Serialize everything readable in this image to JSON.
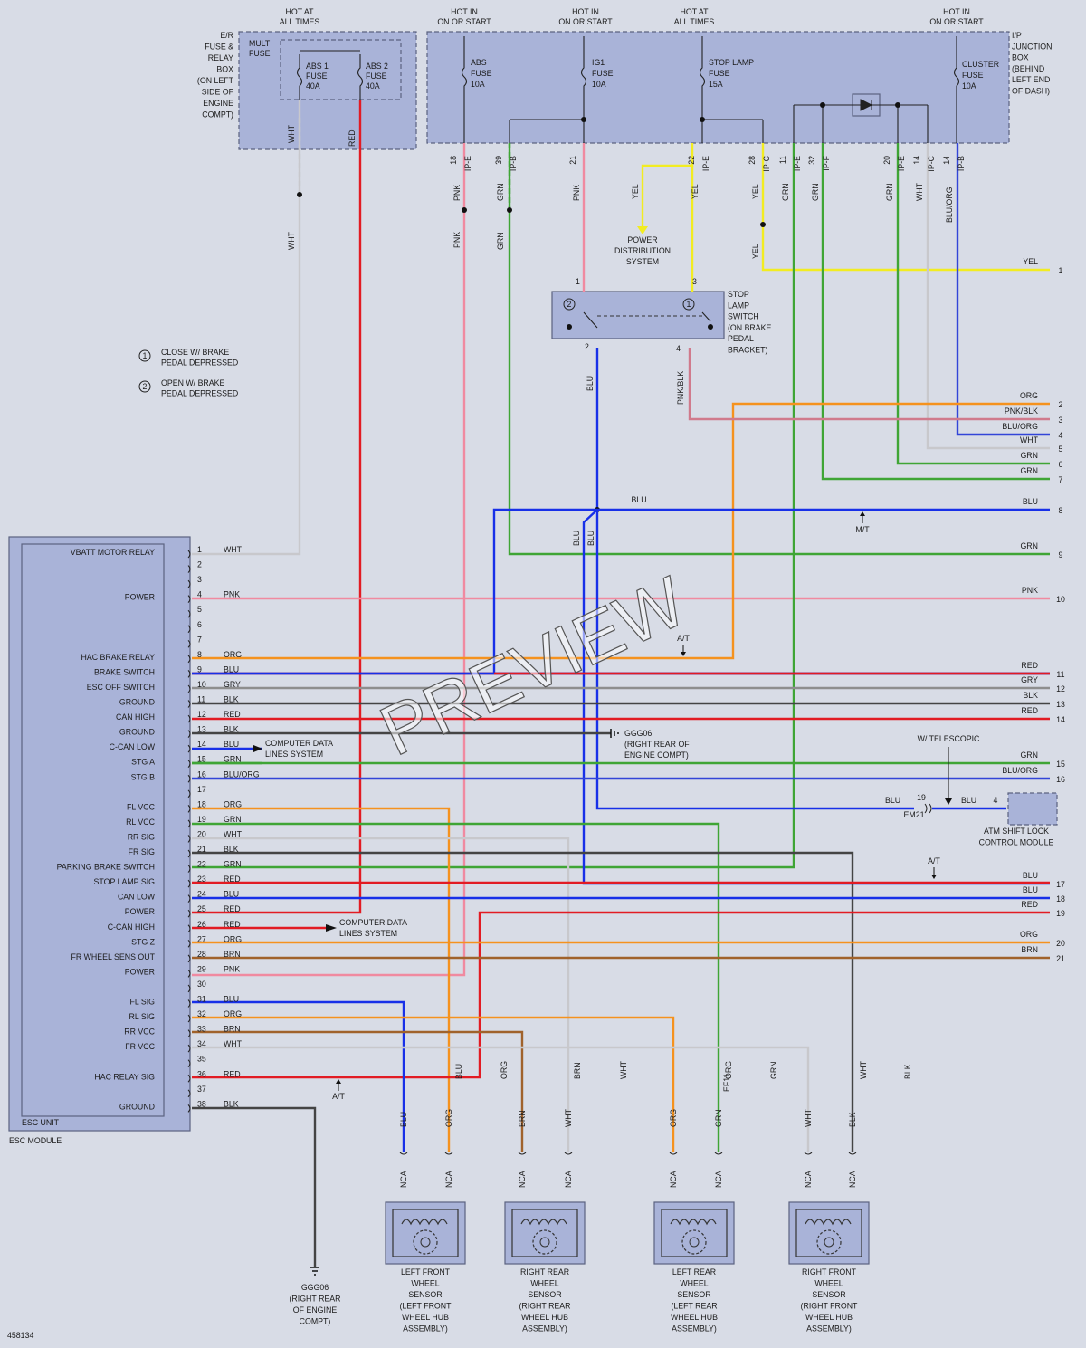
{
  "colors": {
    "WHT": "#c8c8cc",
    "RED": "#e21b23",
    "PNK": "#f08aa0",
    "GRN": "#3fa535",
    "YEL": "#f2ec21",
    "BLU": "#1830e8",
    "ORG": "#f5921e",
    "GRY": "#8e8e8e",
    "BLK": "#444444",
    "BRN": "#a0622b",
    "BLUORG": "#3345d8",
    "PNKBLK": "#d07a8c"
  },
  "top_labels": {
    "hot1": [
      "HOT AT",
      "ALL TIMES"
    ],
    "hot2": [
      "HOT IN",
      "ON OR START"
    ],
    "hot3": [
      "HOT IN",
      "ON OR START"
    ],
    "hot4": [
      "HOT AT",
      "ALL TIMES"
    ],
    "hot5": [
      "HOT IN",
      "ON OR START"
    ]
  },
  "er_box": [
    "E/R",
    "FUSE &",
    "RELAY",
    "BOX",
    "(ON LEFT",
    "SIDE OF",
    "ENGINE",
    "COMPT)"
  ],
  "multi_fuse": [
    "MULTI",
    "FUSE"
  ],
  "fuse_abs1": [
    "ABS 1",
    "FUSE",
    "40A"
  ],
  "fuse_abs2": [
    "ABS 2",
    "FUSE",
    "40A"
  ],
  "fuse_abs": [
    "ABS",
    "FUSE",
    "10A"
  ],
  "fuse_ig1": [
    "IG1",
    "FUSE",
    "10A"
  ],
  "fuse_stop": [
    "STOP LAMP",
    "FUSE",
    "15A"
  ],
  "fuse_cluster": [
    "CLUSTER",
    "FUSE",
    "10A"
  ],
  "ip_box": [
    "I/P",
    "JUNCTION",
    "BOX",
    "(BEHIND",
    "LEFT END",
    "OF DASH)"
  ],
  "conn_pins": [
    {
      "pin": "18",
      "conn": "IP-E"
    },
    {
      "pin": "39",
      "conn": "IP-B"
    },
    {
      "pin": "21",
      "conn": ""
    },
    {
      "pin": "22",
      "conn": "IP-E"
    },
    {
      "pin": "28",
      "conn": "IP-C"
    },
    {
      "pin": "11",
      "conn": "IP-E"
    },
    {
      "pin": "32",
      "conn": "IP-F"
    },
    {
      "pin": "20",
      "conn": "IP-E"
    },
    {
      "pin": "14",
      "conn": "IP-C"
    },
    {
      "pin": "14",
      "conn": "IP-B"
    }
  ],
  "wire_labels_top": {
    "wht1": "WHT",
    "red1": "RED",
    "pnk1": "PNK",
    "grn1": "GRN",
    "pnk2": "PNK",
    "yel1": "YEL",
    "yel2": "YEL",
    "yel3": "YEL",
    "grn2": "GRN",
    "grn3": "GRN",
    "grn4": "GRN",
    "wht2": "WHT",
    "bluorg": "BLU/ORG"
  },
  "power_dist": [
    "POWER",
    "DISTRIBUTION",
    "SYSTEM"
  ],
  "stop_switch": [
    "STOP",
    "LAMP",
    "SWITCH",
    "(ON BRAKE",
    "PEDAL",
    "BRACKET)"
  ],
  "legend": [
    {
      "num": "1",
      "text": [
        "CLOSE W/ BRAKE",
        "PEDAL DEPRESSED"
      ]
    },
    {
      "num": "2",
      "text": [
        "OPEN W/ BRAKE",
        "PEDAL DEPRESSED"
      ]
    }
  ],
  "right_rows": [
    {
      "n": "1",
      "c": "YEL"
    },
    {
      "n": "2",
      "c": "ORG"
    },
    {
      "n": "3",
      "c": "PNK/BLK"
    },
    {
      "n": "4",
      "c": "BLU/ORG"
    },
    {
      "n": "5",
      "c": "WHT"
    },
    {
      "n": "6",
      "c": "GRN"
    },
    {
      "n": "7",
      "c": "GRN"
    },
    {
      "n": "8",
      "c": "BLU"
    },
    {
      "n": "9",
      "c": "GRN"
    },
    {
      "n": "10",
      "c": "PNK"
    },
    {
      "n": "11",
      "c": "RED"
    },
    {
      "n": "12",
      "c": "GRY"
    },
    {
      "n": "13",
      "c": "BLK"
    },
    {
      "n": "14",
      "c": "RED"
    },
    {
      "n": "15",
      "c": "GRN"
    },
    {
      "n": "16",
      "c": "BLU/ORG"
    },
    {
      "n": "17",
      "c": "BLU"
    },
    {
      "n": "18",
      "c": "BLU"
    },
    {
      "n": "19",
      "c": "RED"
    },
    {
      "n": "20",
      "c": "ORG"
    },
    {
      "n": "21",
      "c": "BRN"
    }
  ],
  "esc_pins": [
    {
      "n": "1",
      "label": "VBATT MOTOR RELAY",
      "c": "WHT"
    },
    {
      "n": "2",
      "label": "",
      "c": ""
    },
    {
      "n": "3",
      "label": "",
      "c": ""
    },
    {
      "n": "4",
      "label": "POWER",
      "c": "PNK"
    },
    {
      "n": "5",
      "label": "",
      "c": ""
    },
    {
      "n": "6",
      "label": "",
      "c": ""
    },
    {
      "n": "7",
      "label": "",
      "c": ""
    },
    {
      "n": "8",
      "label": "HAC BRAKE RELAY",
      "c": "ORG"
    },
    {
      "n": "9",
      "label": "BRAKE SWITCH",
      "c": "BLU"
    },
    {
      "n": "10",
      "label": "ESC OFF SWITCH",
      "c": "GRY"
    },
    {
      "n": "11",
      "label": "GROUND",
      "c": "BLK"
    },
    {
      "n": "12",
      "label": "CAN HIGH",
      "c": "RED"
    },
    {
      "n": "13",
      "label": "GROUND",
      "c": "BLK"
    },
    {
      "n": "14",
      "label": "C-CAN LOW",
      "c": "BLU"
    },
    {
      "n": "15",
      "label": "STG A",
      "c": "GRN"
    },
    {
      "n": "16",
      "label": "STG B",
      "c": "BLU/ORG"
    },
    {
      "n": "17",
      "label": "",
      "c": ""
    },
    {
      "n": "18",
      "label": "FL VCC",
      "c": "ORG"
    },
    {
      "n": "19",
      "label": "RL VCC",
      "c": "GRN"
    },
    {
      "n": "20",
      "label": "RR SIG",
      "c": "WHT"
    },
    {
      "n": "21",
      "label": "FR SIG",
      "c": "BLK"
    },
    {
      "n": "22",
      "label": "PARKING BRAKE SWITCH",
      "c": "GRN"
    },
    {
      "n": "23",
      "label": "STOP LAMP SIG",
      "c": "RED"
    },
    {
      "n": "24",
      "label": "CAN LOW",
      "c": "BLU"
    },
    {
      "n": "25",
      "label": "POWER",
      "c": "RED"
    },
    {
      "n": "26",
      "label": "C-CAN HIGH",
      "c": "RED"
    },
    {
      "n": "27",
      "label": "STG Z",
      "c": "ORG"
    },
    {
      "n": "28",
      "label": "FR WHEEL SENS OUT",
      "c": "BRN"
    },
    {
      "n": "29",
      "label": "POWER",
      "c": "PNK"
    },
    {
      "n": "30",
      "label": "",
      "c": ""
    },
    {
      "n": "31",
      "label": "FL SIG",
      "c": "BLU"
    },
    {
      "n": "32",
      "label": "RL SIG",
      "c": "ORG"
    },
    {
      "n": "33",
      "label": "RR VCC",
      "c": "BRN"
    },
    {
      "n": "34",
      "label": "FR VCC",
      "c": "WHT"
    },
    {
      "n": "35",
      "label": "",
      "c": ""
    },
    {
      "n": "36",
      "label": "HAC RELAY SIG",
      "c": "RED"
    },
    {
      "n": "37",
      "label": "",
      "c": ""
    },
    {
      "n": "38",
      "label": "GROUND",
      "c": "BLK"
    }
  ],
  "esc_unit": "ESC UNIT",
  "esc_module": "ESC MODULE",
  "comp_data1": [
    "COMPUTER DATA",
    "LINES SYSTEM"
  ],
  "comp_data2": [
    "COMPUTER DATA",
    "LINES SYSTEM"
  ],
  "ggg06_mid": [
    "GGG06",
    "(RIGHT REAR OF",
    "ENGINE COMPT)"
  ],
  "ggg06_bot": [
    "GGG06",
    "(RIGHT REAR",
    "OF ENGINE",
    "COMPT)"
  ],
  "telescopic": "W/ TELESCOPIC",
  "mt": "M/T",
  "at1": "A/T",
  "at2": "A/T",
  "at3": "A/T",
  "atm": [
    "ATM SHIFT LOCK",
    "CONTROL MODULE"
  ],
  "em21": {
    "pin1": "19",
    "conn": "EM21",
    "pin2": "4",
    "c1": "BLU",
    "c2": "BLU"
  },
  "mid_blu": [
    "BLU",
    "BLU",
    "BLU",
    "BLU"
  ],
  "pnkblk": "PNK/BLK",
  "sensor_wires": [
    "BLU",
    "ORG",
    "BRN",
    "WHT",
    "ORG",
    "GRN",
    "WHT",
    "BLK"
  ],
  "ef11": "EF11",
  "nca": "NCA",
  "sensors": [
    [
      "LEFT FRONT",
      "WHEEL",
      "SENSOR",
      "(LEFT FRONT",
      "WHEEL HUB",
      "ASSEMBLY)"
    ],
    [
      "RIGHT REAR",
      "WHEEL",
      "SENSOR",
      "(RIGHT REAR",
      "WHEEL HUB",
      "ASSEMBLY)"
    ],
    [
      "LEFT REAR",
      "WHEEL",
      "SENSOR",
      "(LEFT REAR",
      "WHEEL HUB",
      "ASSEMBLY)"
    ],
    [
      "RIGHT FRONT",
      "WHEEL",
      "SENSOR",
      "(RIGHT FRONT",
      "WHEEL HUB",
      "ASSEMBLY)"
    ]
  ],
  "watermark": "PREVIEW",
  "doc_id": "458134"
}
